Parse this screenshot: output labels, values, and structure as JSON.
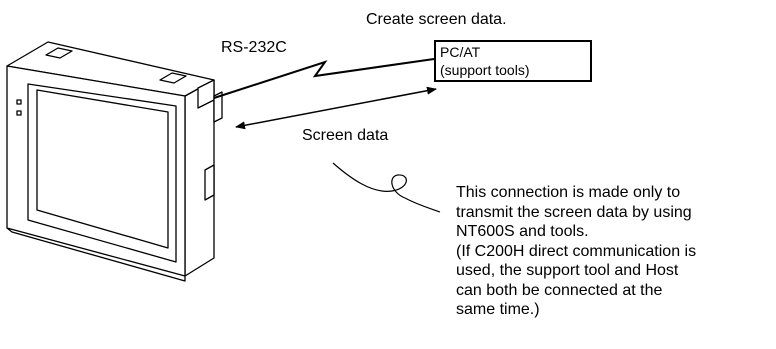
{
  "labels": {
    "create": "Create screen data.",
    "rs": "RS-232C",
    "pc_line1": "PC/AT",
    "pc_line2": "(support tools)",
    "screen_data": "Screen data"
  },
  "note": [
    "This connection is made only to",
    "transmit the screen data by using",
    "NT600S and tools.",
    "(If C200H direct communication is",
    "used, the support tool and Host",
    "can both be connected at the",
    "same time.)"
  ]
}
